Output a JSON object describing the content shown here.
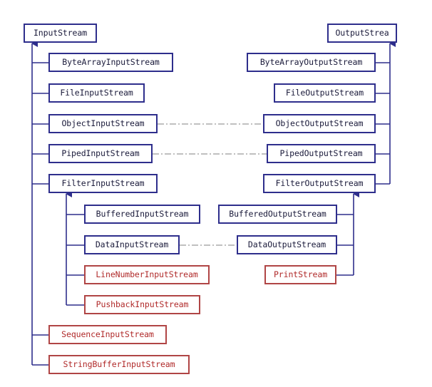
{
  "colors": {
    "tree_line": "#2e2e8c",
    "pair_line": "#9a9a9a",
    "legacy": "#b04545"
  },
  "input_tree": {
    "root": "InputStream",
    "children": [
      "ByteArrayInputStream",
      "FileInputStream",
      "ObjectInputStream",
      "PipedInputStream",
      "FilterInputStream",
      "SequenceInputStream",
      "StringBufferInputStream"
    ],
    "filter_children": [
      "BufferedInputStream",
      "DataInputStream",
      "LineNumberInputStream",
      "PushbackInputStream"
    ]
  },
  "output_tree": {
    "root": "OutputStrea",
    "children": [
      "ByteArrayOutputStream",
      "FileOutputStream",
      "ObjectOutputStream",
      "PipedOutputStream",
      "FilterOutputStream"
    ],
    "filter_children": [
      "BufferedOutputStream",
      "DataOutputStream",
      "PrintStream"
    ]
  },
  "legacy_classes": [
    "LineNumberInputStream",
    "PushbackInputStream",
    "SequenceInputStream",
    "StringBufferInputStream",
    "PrintStream"
  ]
}
